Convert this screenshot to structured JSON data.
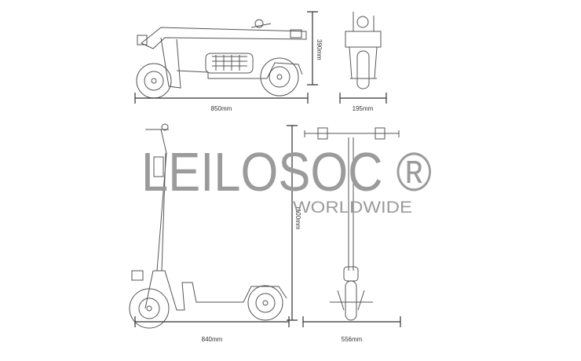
{
  "watermark": {
    "brand": "LEILOSOC ®",
    "tagline": "WORLDWIDE"
  },
  "dimensions": {
    "folded_length": "850mm",
    "folded_height": "390mm",
    "folded_width": "195mm",
    "unfolded_height": "1100mm",
    "unfolded_length": "840mm",
    "handlebar_width": "556mm"
  },
  "colors": {
    "line": "#555555",
    "watermark": "#9b9b9b"
  }
}
